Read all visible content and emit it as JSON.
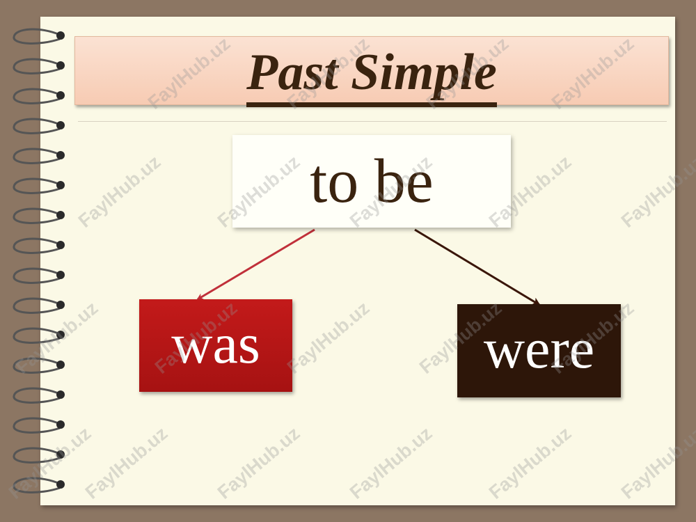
{
  "slide": {
    "title": "Past Simple",
    "root": {
      "label": "to be"
    },
    "children": [
      {
        "label": "was",
        "color": "#b81616"
      },
      {
        "label": "were",
        "color": "#2d1609"
      }
    ]
  },
  "watermark": {
    "text": "FaylHub.uz"
  },
  "colors": {
    "background": "#8c7663",
    "paper": "#fbf9e6",
    "title_bar": "#f7cbb3",
    "text_dark": "#3a230f",
    "arrow_red": "#c0303a",
    "arrow_dark": "#3a1608"
  }
}
